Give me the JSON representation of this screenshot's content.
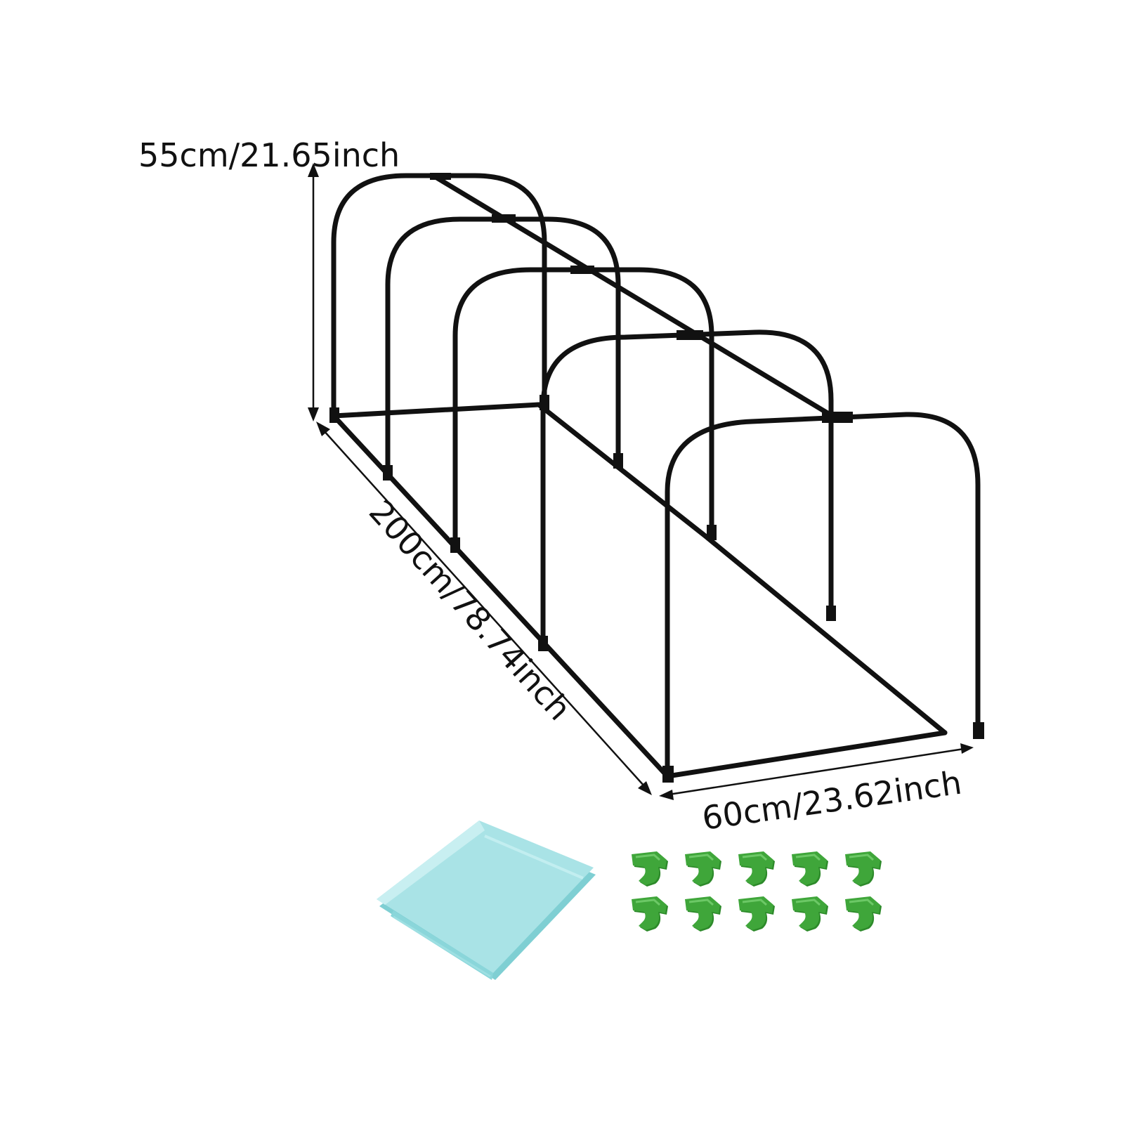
{
  "dimensions": {
    "height": "55cm/21.65inch",
    "length": "200cm/78.74inch",
    "width": "60cm/23.62inch"
  },
  "colors": {
    "frame": "#111111",
    "film": "#a9e3e6",
    "film_edge": "#7fcfd3",
    "clip": "#3fa63a",
    "clip_dark": "#2d8a2a"
  },
  "accessories": {
    "film_sheet_icon": "folded-film-sheet",
    "clip_icon": "greenhouse-clip",
    "clip_rows": 2,
    "clips_per_row": 5
  }
}
